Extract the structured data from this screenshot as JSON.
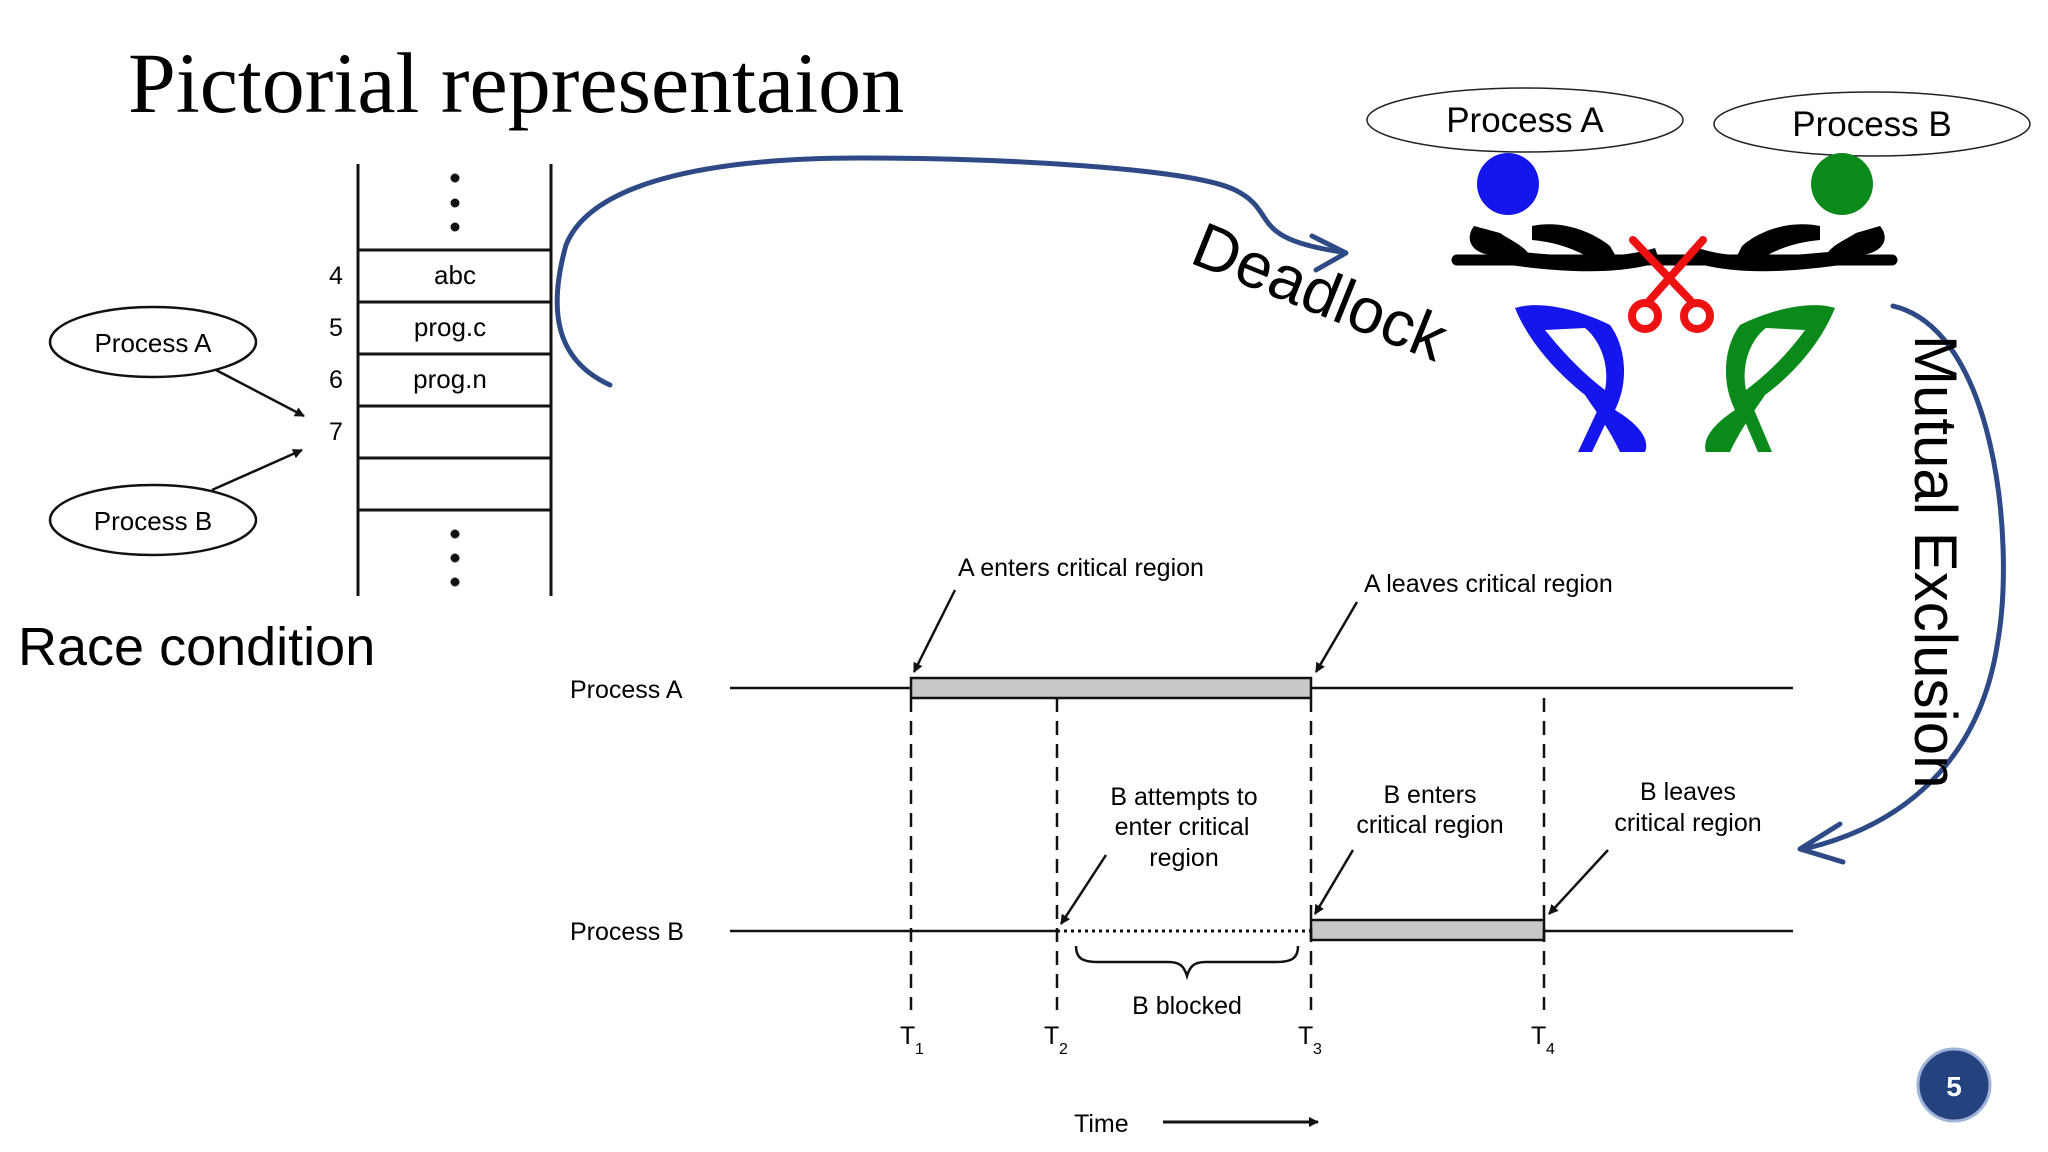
{
  "slide": {
    "title": "Pictorial representaion",
    "page_number": "5"
  },
  "race": {
    "caption": "Race condition",
    "process_a": "Process A",
    "process_b": "Process B",
    "slots": [
      {
        "index": "4",
        "value": "abc"
      },
      {
        "index": "5",
        "value": "prog.c"
      },
      {
        "index": "6",
        "value": "prog.n"
      },
      {
        "index": "7",
        "value": ""
      }
    ]
  },
  "deadlock": {
    "label": "Deadlock",
    "process_a": "Process A",
    "process_b": "Process B",
    "colors": {
      "process_a": "#1515ee",
      "process_b": "#0a8a1a",
      "scissors": "#ee1111"
    }
  },
  "mutex": {
    "label": "Mutual Exclusion",
    "process_a": "Process A",
    "process_b": "Process B",
    "annotations": {
      "a_enters": "A enters critical region",
      "a_leaves": "A leaves critical region",
      "b_attempts": [
        "B attempts to",
        "enter critical",
        "region"
      ],
      "b_enters": [
        "B enters",
        "critical region"
      ],
      "b_leaves": [
        "B leaves",
        "critical region"
      ],
      "b_blocked": "B blocked"
    },
    "ticks": [
      "T",
      "T",
      "T",
      "T"
    ],
    "tick_subs": [
      "1",
      "2",
      "3",
      "4"
    ],
    "time_label": "Time"
  },
  "colors": {
    "arrow": "#2e4a86",
    "badge": "#23427e"
  }
}
